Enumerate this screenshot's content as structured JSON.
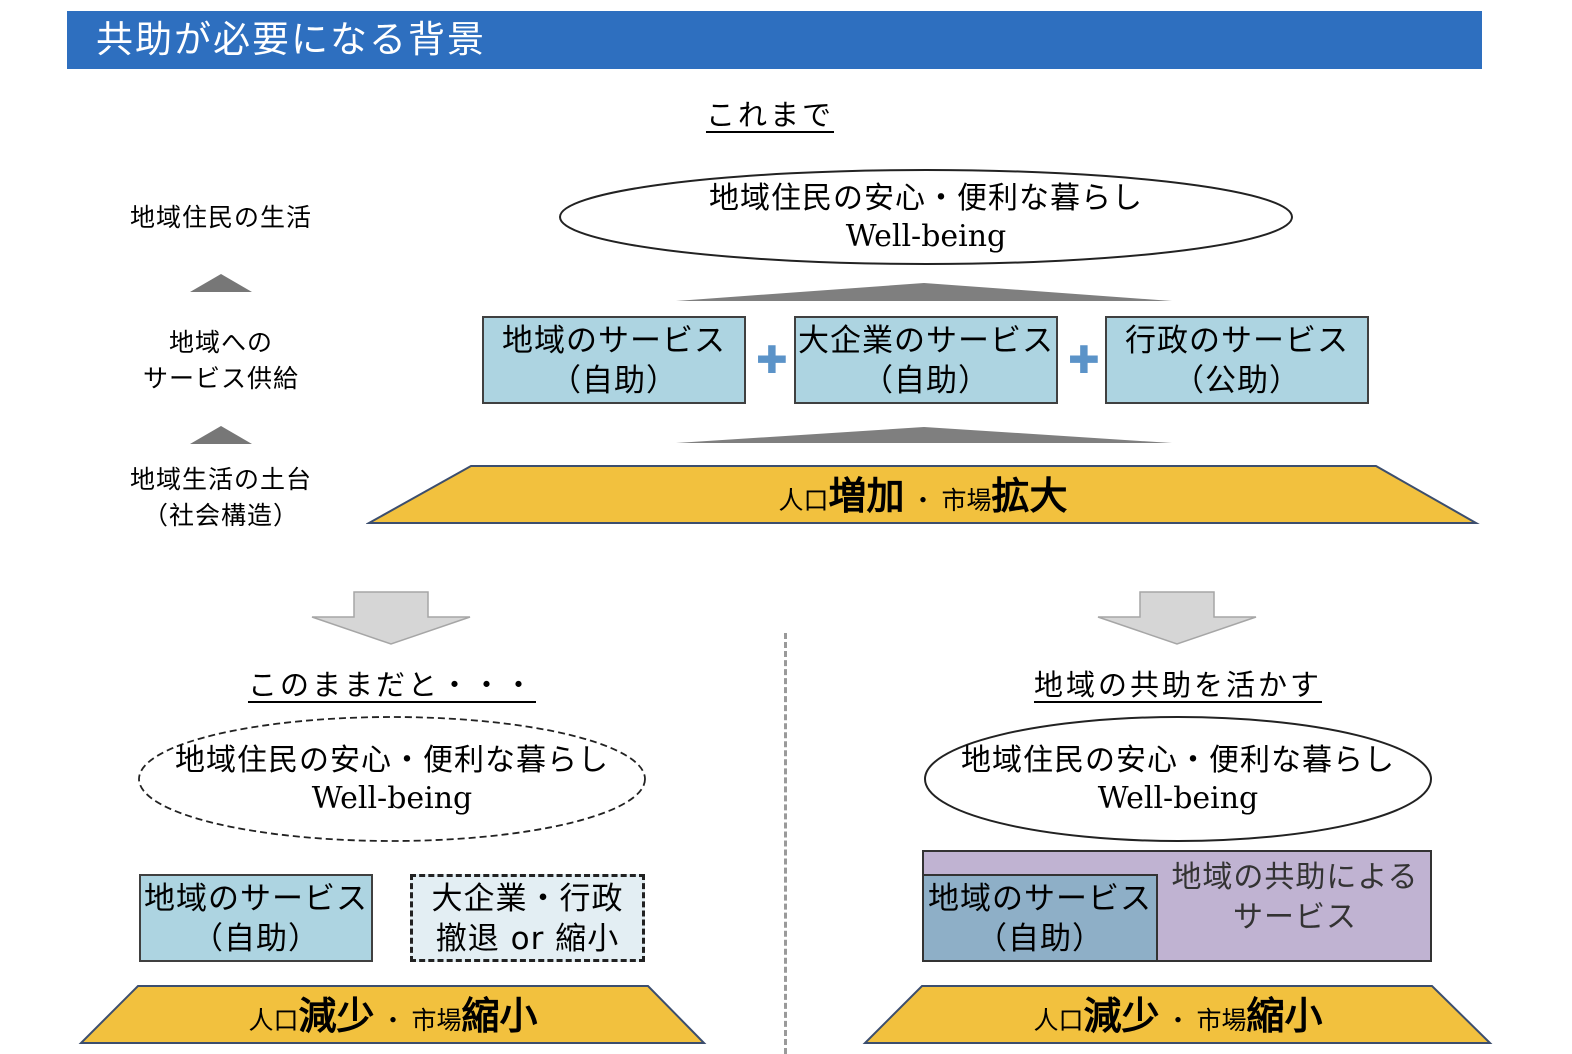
{
  "title": "共助が必要になる背景",
  "colors": {
    "title_bar": "#2e6fbf",
    "service_box": "#add4e1",
    "service_box_dark": "#8eafc7",
    "kyojo_box": "#c0b3d2",
    "foundation": "#f2c13e",
    "arrow_gray": "#d6d6d6",
    "plus_blue": "#5b93c8"
  },
  "top": {
    "heading": "これまで",
    "labels": {
      "life": "地域住民の生活",
      "supply_line1": "地域への",
      "supply_line2": "サービス供給",
      "base_line1": "地域生活の土台",
      "base_line2": "（社会構造）"
    },
    "ellipse": {
      "line1": "地域住民の安心・便利な暮らし",
      "line2": "Well-being"
    },
    "services": [
      {
        "line1": "地域のサービス",
        "line2": "（自助）"
      },
      {
        "line1": "大企業のサービス",
        "line2": "（自助）"
      },
      {
        "line1": "行政のサービス",
        "line2": "（公助）"
      }
    ],
    "plus_icon": "plus-icon",
    "foundation": {
      "p1": "人口",
      "p2": "増加",
      "p3": "・",
      "p4": "市場",
      "p5": "拡大"
    }
  },
  "left": {
    "heading": "このままだと・・・",
    "ellipse": {
      "line1": "地域住民の安心・便利な暮らし",
      "line2": "Well-being"
    },
    "service": {
      "line1": "地域のサービス",
      "line2": "（自助）"
    },
    "withdraw": {
      "line1": "大企業・行政",
      "line2": "撤退 or 縮小"
    },
    "foundation": {
      "p1": "人口",
      "p2": "減少",
      "p3": "・",
      "p4": "市場",
      "p5": "縮小"
    }
  },
  "right": {
    "heading": "地域の共助を活かす",
    "ellipse": {
      "line1": "地域住民の安心・便利な暮らし",
      "line2": "Well-being"
    },
    "service": {
      "line1": "地域のサービス",
      "line2": "（自助）"
    },
    "kyojo": {
      "line1": "地域の共助による",
      "line2": "サービス"
    },
    "foundation": {
      "p1": "人口",
      "p2": "減少",
      "p3": "・",
      "p4": "市場",
      "p5": "縮小"
    }
  }
}
